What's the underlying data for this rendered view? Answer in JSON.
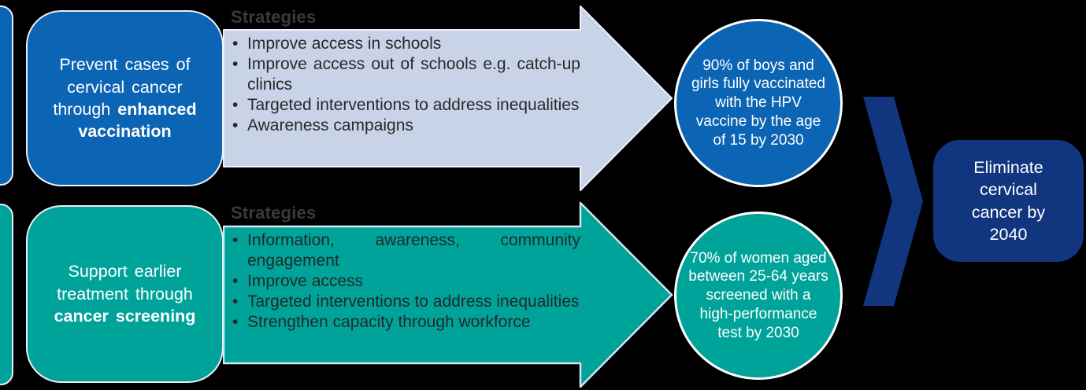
{
  "colors": {
    "background": "#000000",
    "vaccination_blue": "#0c64b4",
    "screening_teal": "#00a399",
    "arrow_lavender": "#c9d3e8",
    "outcome_navy": "#123580",
    "heading_gray": "#3a3a3a",
    "text_white": "#ffffff"
  },
  "top_flow": {
    "box": {
      "text_normal": "Prevent cases of cervical cancer through ",
      "text_bold": "enhanced vaccination"
    },
    "strategies_heading": "Strategies",
    "bullets": [
      "Improve access in schools",
      "Improve access out of schools e.g. catch-up clinics",
      "Targeted interventions to address inequalities",
      "Awareness campaigns"
    ],
    "target_text": "90% of boys and girls fully vaccinated with the HPV vaccine by the age of 15 by 2030"
  },
  "bottom_flow": {
    "box": {
      "text_normal": "Support earlier treatment through ",
      "text_bold": "cancer screening"
    },
    "strategies_heading": "Strategies",
    "bullets": [
      "Information, awareness, community engagement",
      "Improve access",
      "Targeted interventions to address inequalities",
      "Strengthen capacity through workforce"
    ],
    "target_text": "70% of women aged between 25-64 years screened with a high-performance test by 2030"
  },
  "outcome": {
    "text": "Eliminate cervical cancer by 2040"
  }
}
